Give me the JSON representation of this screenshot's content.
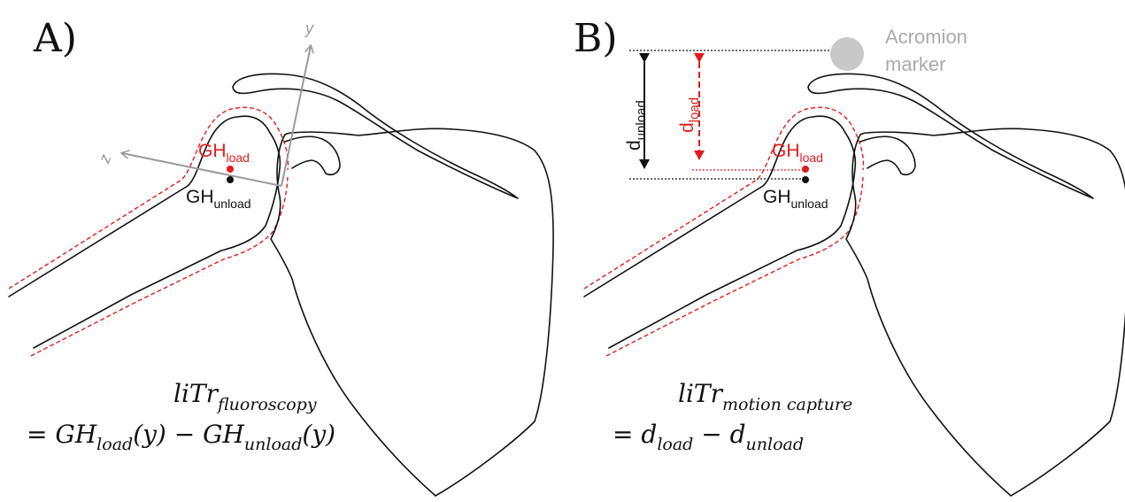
{
  "panels": {
    "a": {
      "label": "A)",
      "axis_y": "y",
      "axis_z": "z",
      "gh_load": {
        "main": "GH",
        "sub": "load"
      },
      "gh_unload": {
        "main": "GH",
        "sub": "unload"
      },
      "formula_line1": {
        "main": "liTr",
        "sub": "fluoroscopy"
      },
      "formula_line2": {
        "eq": "= ",
        "t1": "GH",
        "t1sub": "load",
        "t1arg": "(y)",
        "minus": " − ",
        "t2": "GH",
        "t2sub": "unload",
        "t2arg": "(y)"
      }
    },
    "b": {
      "label": "B)",
      "acromion_line1": "Acromion",
      "acromion_line2": "marker",
      "d_unload": {
        "main": "d",
        "sub": "unload"
      },
      "d_load": {
        "main": "d",
        "sub": "load"
      },
      "gh_load": {
        "main": "GH",
        "sub": "load"
      },
      "gh_unload": {
        "main": "GH",
        "sub": "unload"
      },
      "formula_line1": {
        "main": "liTr",
        "sub": "motion capture"
      },
      "formula_line2": {
        "eq": "= ",
        "t1": "d",
        "t1sub": "load",
        "minus": " − ",
        "t2": "d",
        "t2sub": "unload"
      }
    }
  },
  "colors": {
    "outline": "#111111",
    "load": "#e31b1b",
    "axes": "#9a9a9a",
    "marker": "#c8c8c8"
  }
}
